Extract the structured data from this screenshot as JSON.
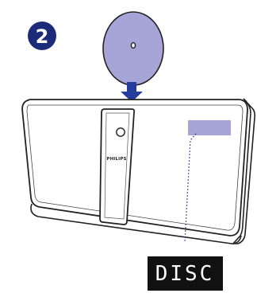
{
  "step": {
    "number": "2",
    "badge_color": "#1c2a7a",
    "number_color": "#ffffff"
  },
  "disc": {
    "color": "#a7a4d8",
    "outline_color": "#222222",
    "icon": "disc-icon"
  },
  "insert_arrow": {
    "color": "#253c9c",
    "icon": "arrow-down-icon"
  },
  "device": {
    "brand_label": "PHILIPS",
    "body_outline": "#222222",
    "display_window_color": "#a7a4d8",
    "leader_line_color": "#2d2f8f"
  },
  "display_readout": {
    "text": "DISC",
    "background": "#111111",
    "text_color": "#ffffff"
  }
}
